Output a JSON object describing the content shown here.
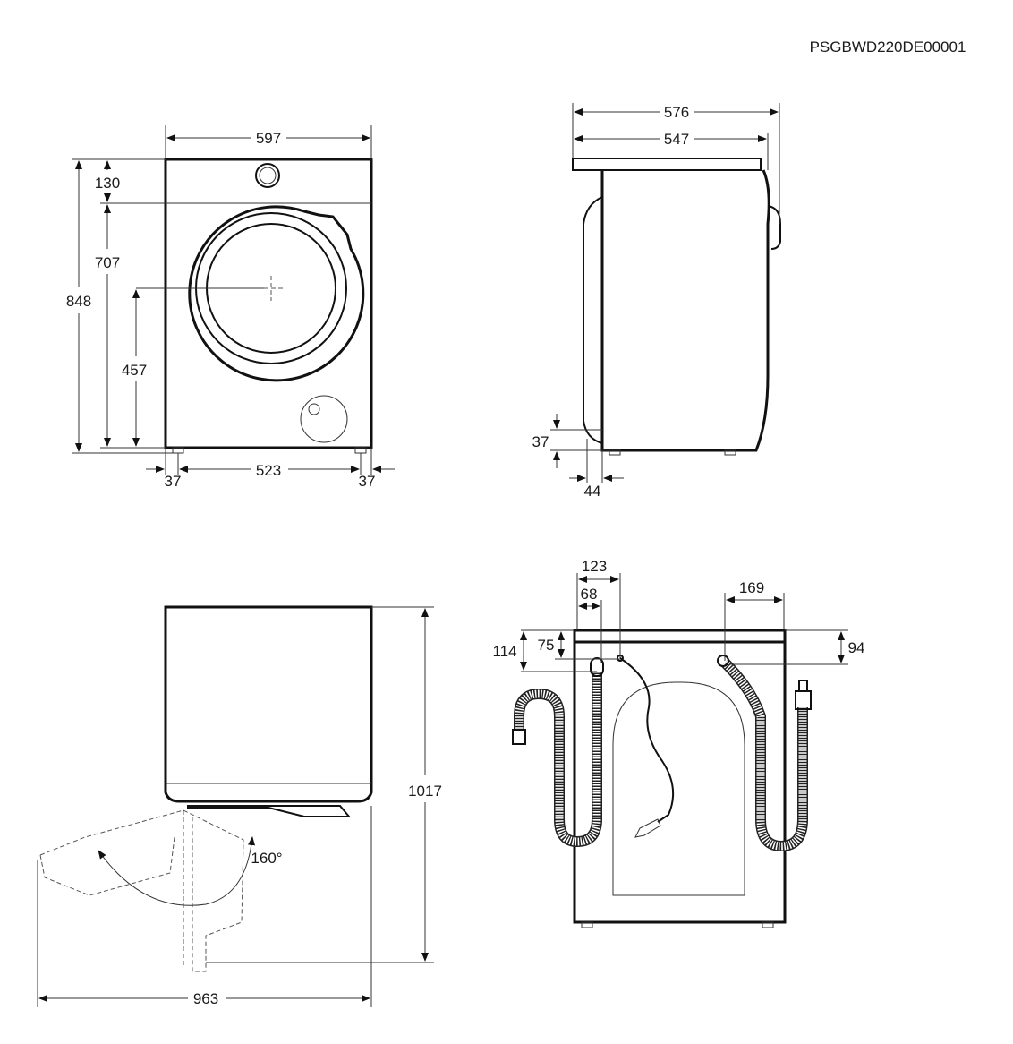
{
  "document_code": "PSGBWD220DE00001",
  "front_view": {
    "width": "597",
    "total_height": "848",
    "top_panel_height": "130",
    "body_height": "707",
    "door_center_height": "457",
    "feet_spacing": "523",
    "foot_offset_left": "37",
    "foot_offset_right": "37"
  },
  "side_view": {
    "total_depth": "576",
    "body_depth": "547",
    "foot_height": "37",
    "foot_offset": "44"
  },
  "top_view": {
    "total_height_open": "1017",
    "depth_door_open": "963",
    "door_angle": "160°"
  },
  "back_view": {
    "left_outlet_x": "123",
    "left_hose_x": "68",
    "right_hose_x": "169",
    "left_hose_y": "114",
    "power_cable_y": "75",
    "right_hose_y": "94"
  }
}
